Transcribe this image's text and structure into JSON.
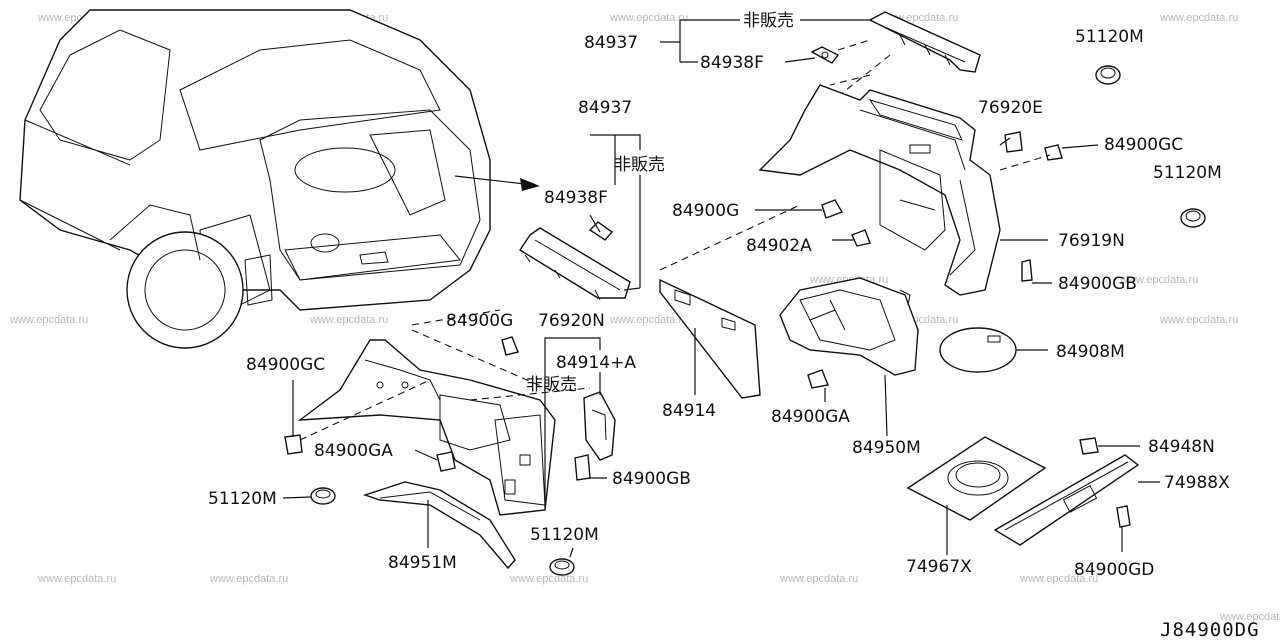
{
  "watermark": "www.epcdata.ru",
  "diagram_code": "J84900DG",
  "labels": {
    "p84937_top": "84937",
    "hanbai_top": "非販売",
    "p84938F_top": "84938F",
    "p51120M_tr1": "51120M",
    "p76920E": "76920E",
    "p84900GC_r": "84900GC",
    "p51120M_tr2": "51120M",
    "p84937_mid": "84937",
    "hanbai_mid": "非販売",
    "p84938F_mid": "84938F",
    "p84900G_mid": "84900G",
    "p84902A": "84902A",
    "p76919N": "76919N",
    "p84900GB_r": "84900GB",
    "p84900G_l": "84900G",
    "p76920N": "76920N",
    "p84914A": "84914+A",
    "hanbai_low": "非販売",
    "p84900GC_l": "84900GC",
    "p84914": "84914",
    "p84900GA_m": "84900GA",
    "p84950M": "84950M",
    "p84908M": "84908M",
    "p84900GA_l": "84900GA",
    "p84900GB_l": "84900GB",
    "p51120M_l": "51120M",
    "p51120M_b": "51120M",
    "p84951M": "84951M",
    "p84948N": "84948N",
    "p74988X": "74988X",
    "p74967X": "74967X",
    "p84900GD": "84900GD"
  }
}
